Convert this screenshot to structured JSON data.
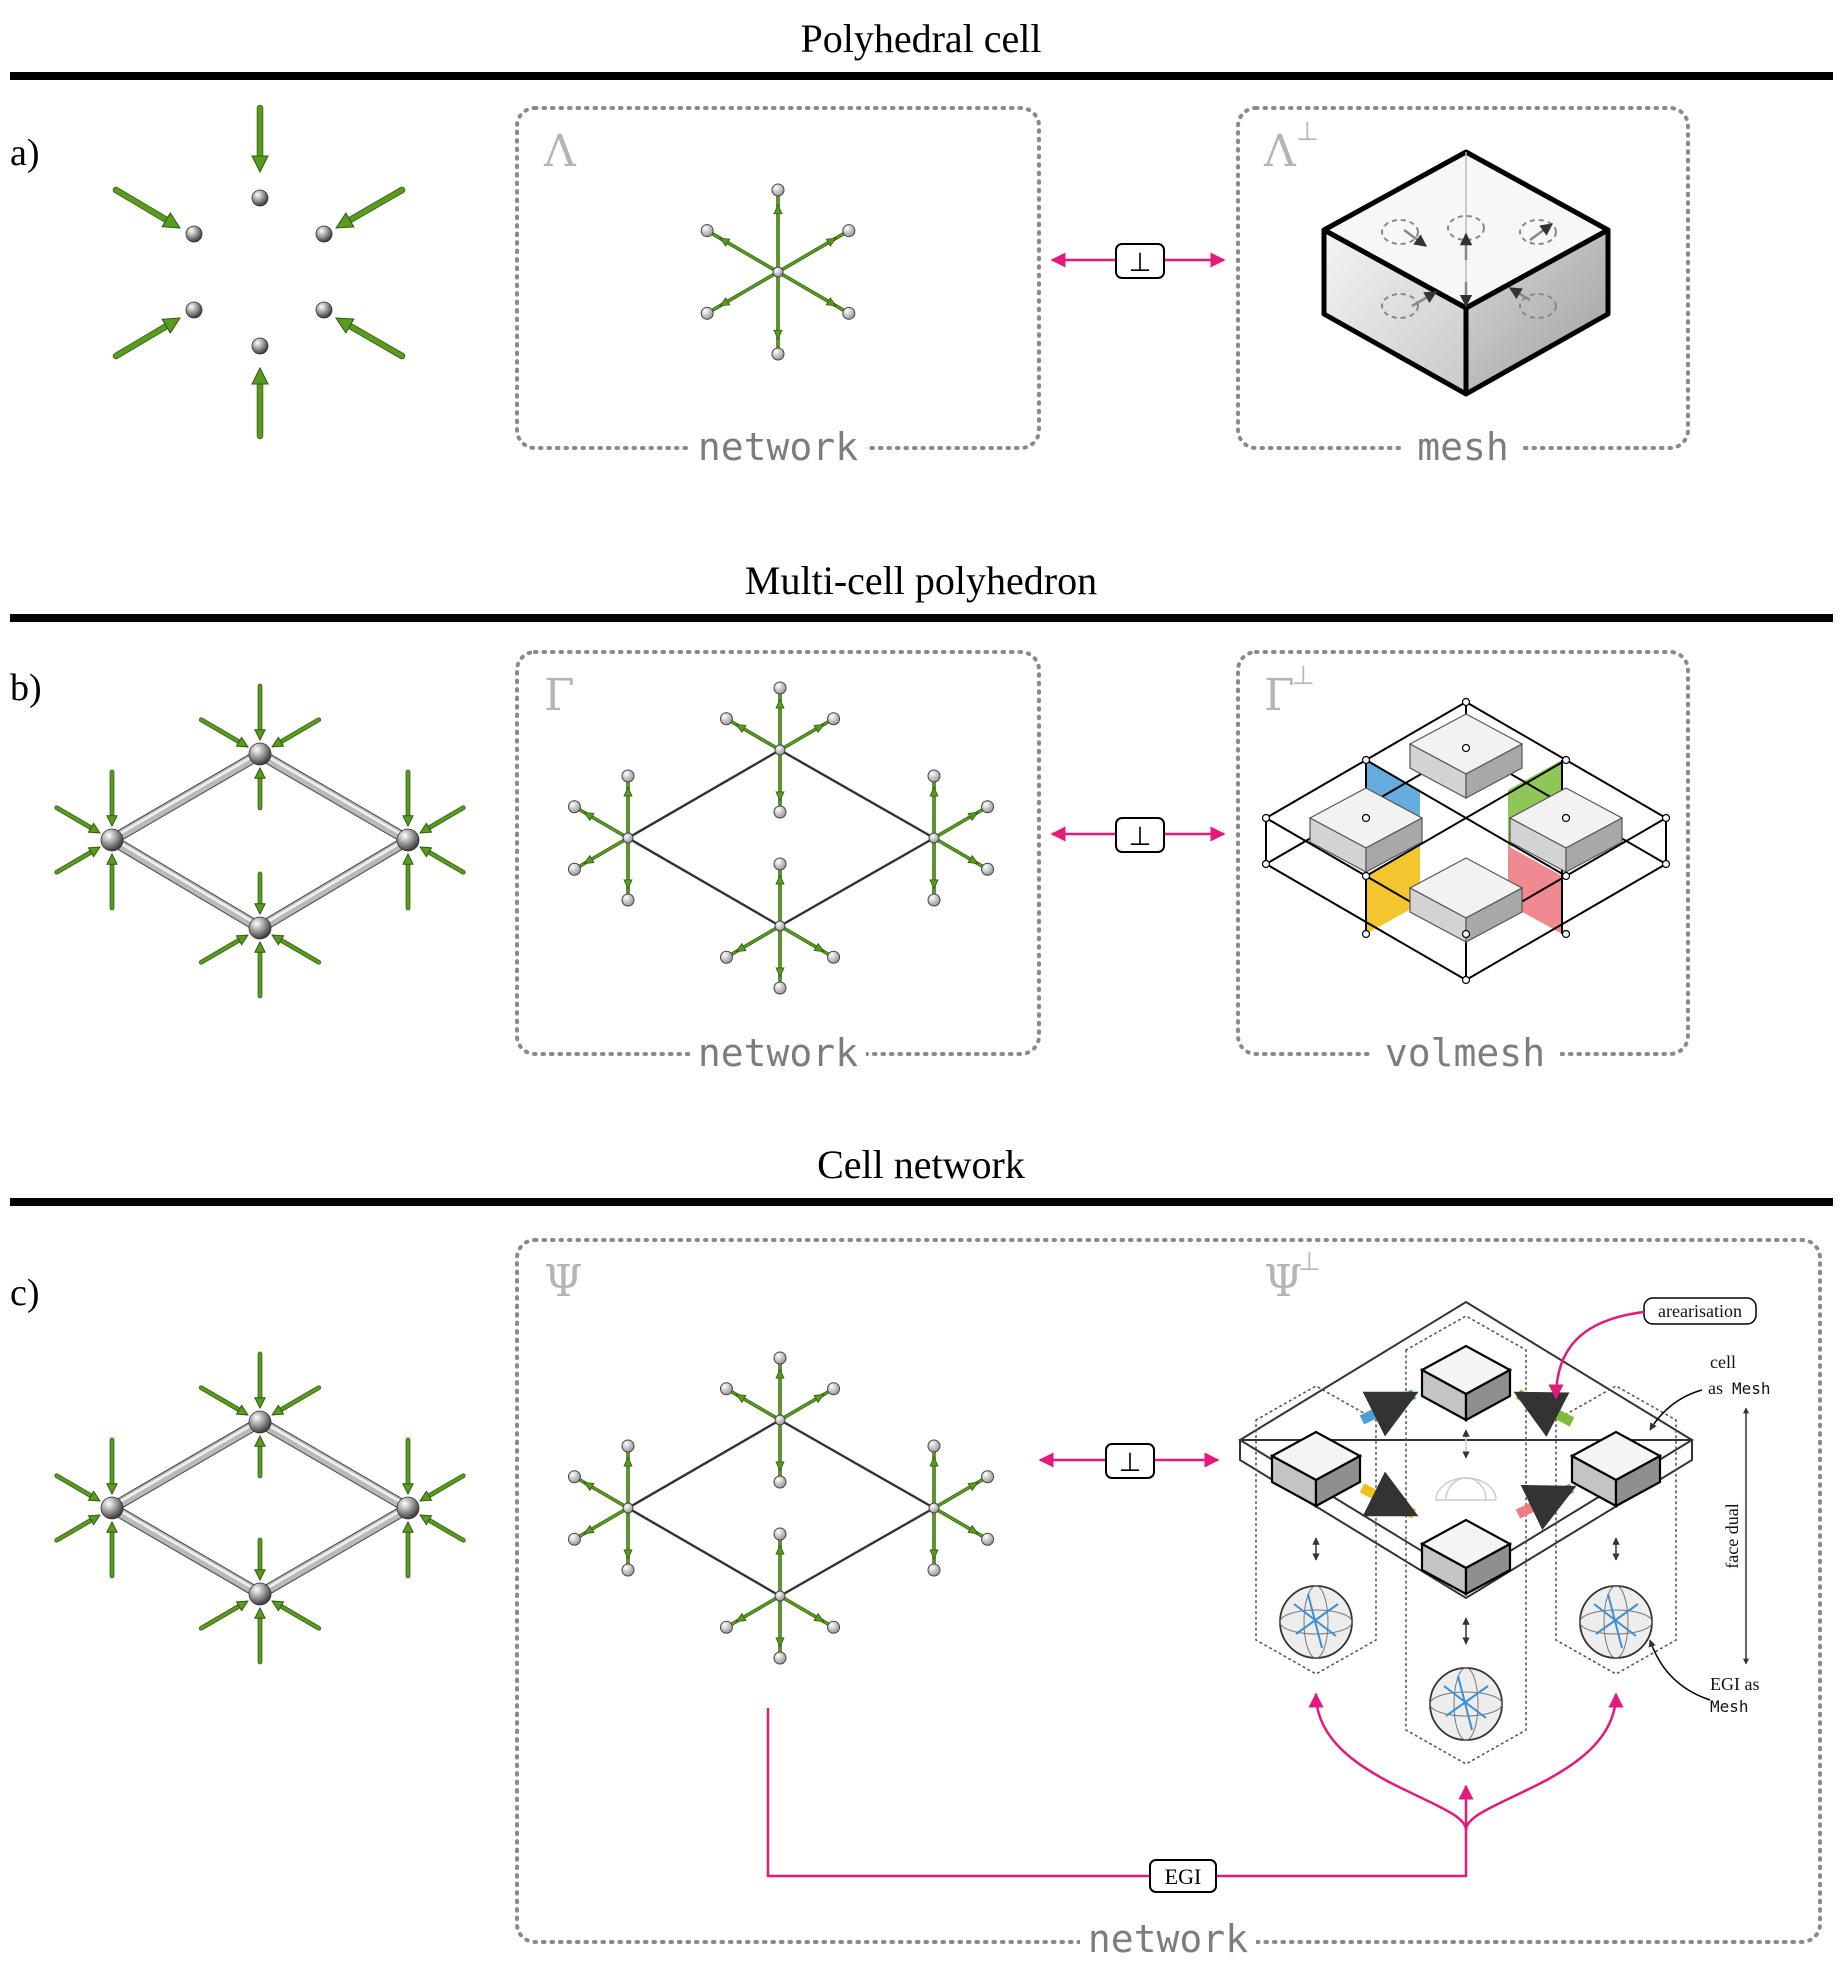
{
  "sections": [
    {
      "id": "a",
      "title": "Polyhedral cell",
      "row_label": "a)",
      "left_symbol": "Λ",
      "left_box_label": "network",
      "right_symbol": "Λ",
      "right_box_label": "mesh"
    },
    {
      "id": "b",
      "title": "Multi-cell polyhedron",
      "row_label": "b)",
      "left_symbol": "Γ",
      "left_box_label": "network",
      "right_symbol": "Γ",
      "right_box_label": "volmesh"
    },
    {
      "id": "c",
      "title": "Cell network",
      "row_label": "c)",
      "left_symbol": "Ψ",
      "right_symbol": "Ψ",
      "box_label": "network"
    }
  ],
  "perp_symbol": "⊥",
  "annotations": {
    "arearisation": "arearisation",
    "cell_line1": "cell",
    "cell_line2": "as",
    "cell_mono": "Mesh",
    "face_dual": "face dual",
    "egi_line1": "EGI as",
    "egi_mono": "Mesh",
    "egi_tag": "EGI"
  },
  "colors": {
    "arrow_green": "#5a9a1e",
    "pink": "#e5197a",
    "blue": "#4a9fd8",
    "green_face": "#7dbb3a",
    "yellow": "#f2c01a",
    "red": "#ee7c84",
    "dotted_frame": "#8a8a8a",
    "greek_gray": "#b5b5b5"
  },
  "icons": [
    "force-arrow-icon",
    "node-sphere-icon",
    "double-arrow-icon",
    "box-cell-icon",
    "sphere-egi-icon"
  ]
}
